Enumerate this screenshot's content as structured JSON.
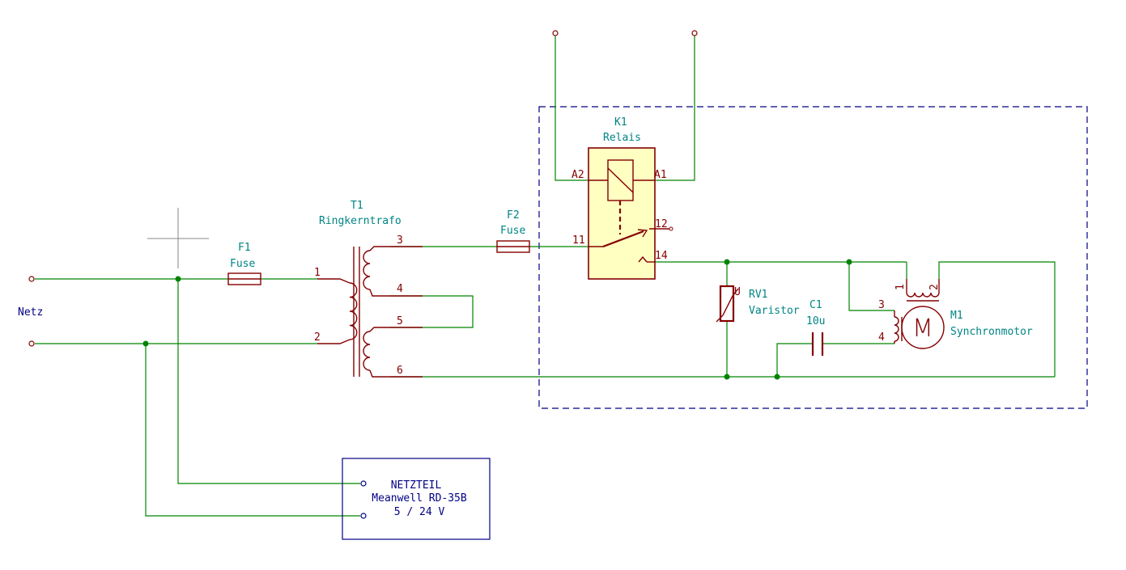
{
  "labels": {
    "netz": "Netz",
    "f1_ref": "F1",
    "f1_val": "Fuse",
    "t1_ref": "T1",
    "t1_val": "Ringkerntrafo",
    "f2_ref": "F2",
    "f2_val": "Fuse",
    "k1_ref": "K1",
    "k1_val": "Relais",
    "rv1_ref": "RV1",
    "rv1_val": "Varistor",
    "c1_ref": "C1",
    "c1_val": "10u",
    "m1_ref": "M1",
    "m1_val": "Synchronmotor",
    "psu_line1": "NETZTEIL",
    "psu_line2": "Meanwell RD-35B",
    "psu_line3": "5 / 24 V"
  },
  "pins": {
    "t1_1": "1",
    "t1_2": "2",
    "t1_3": "3",
    "t1_4": "4",
    "t1_5": "5",
    "t1_6": "6",
    "k1_a2": "A2",
    "k1_a1": "A1",
    "k1_11": "11",
    "k1_12": "12",
    "k1_14": "14",
    "rv1_u": "U",
    "m1_1": "1",
    "m1_2": "2",
    "m1_3": "3",
    "m1_4": "4",
    "m1_m": "M"
  },
  "colors": {
    "wire": "#008400",
    "component": "#840000",
    "reference": "#008484",
    "sheet": "#000084",
    "relay_fill": "#ffffc2"
  }
}
